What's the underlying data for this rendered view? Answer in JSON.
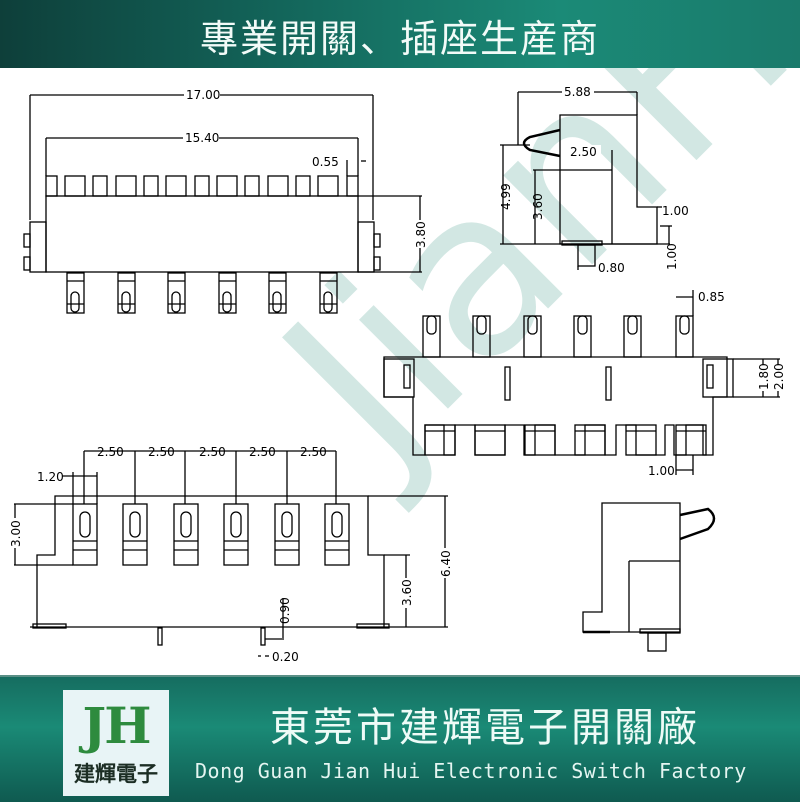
{
  "header": {
    "title": "專業開關、插座生産商"
  },
  "drawing": {
    "watermark": "JianHui",
    "colors": {
      "line": "#000000",
      "watermark": "#b7d7d0",
      "banner": "#17806f"
    },
    "front_view": {
      "overall_width": "17.00",
      "body_width": "15.40",
      "tooth_width": "0.55",
      "height": "3.80"
    },
    "side_view": {
      "depth": "5.88",
      "spring_offset": "2.50",
      "spring_height": "4.99",
      "body_height": "3.60",
      "step_width": "1.00",
      "step_height": "1.00",
      "pin_width": "0.80"
    },
    "top_view": {
      "pin_width": "0.85",
      "tab_inner": "1.80",
      "tab_outer": "2.00",
      "gap": "1.00"
    },
    "bottom_view": {
      "pitch": [
        "2.50",
        "2.50",
        "2.50",
        "2.50",
        "2.50"
      ],
      "contact_width": "1.20",
      "contact_height": "3.00",
      "total_height": "6.40",
      "body_height": "3.60",
      "post_length": "0.90",
      "post_width": "0.20"
    }
  },
  "footer": {
    "logo_mark": "JH",
    "logo_text": "建輝電子",
    "company_cn": "東莞市建輝電子開關廠",
    "company_en": "Dong Guan Jian Hui Electronic Switch Factory"
  }
}
